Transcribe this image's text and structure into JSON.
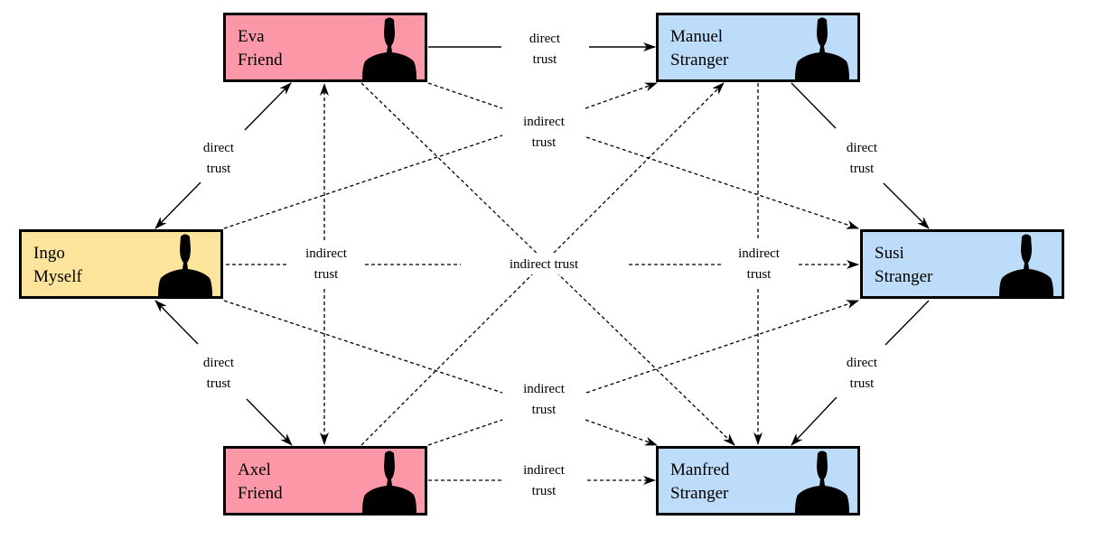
{
  "nodes": {
    "eva": {
      "name": "Eva",
      "role": "Friend",
      "color": "#fb97a6"
    },
    "manuel": {
      "name": "Manuel",
      "role": "Stranger",
      "color": "#bcdcf9"
    },
    "ingo": {
      "name": "Ingo",
      "role": "Myself",
      "color": "#fce49c"
    },
    "susi": {
      "name": "Susi",
      "role": "Stranger",
      "color": "#bcdcf9"
    },
    "axel": {
      "name": "Axel",
      "role": "Friend",
      "color": "#fb97a6"
    },
    "manfred": {
      "name": "Manfred",
      "role": "Stranger",
      "color": "#bcdcf9"
    }
  },
  "labels": {
    "direct": "direct",
    "indirect": "indirect",
    "trust": "trust",
    "indirect_trust": "indirect trust"
  },
  "edges": [
    {
      "from": "eva",
      "to": "manuel",
      "type": "direct",
      "label": "direct trust"
    },
    {
      "from": "ingo",
      "to": "eva",
      "type": "direct",
      "label": "direct trust",
      "bidirectional": true
    },
    {
      "from": "ingo",
      "to": "axel",
      "type": "direct",
      "label": "direct trust",
      "bidirectional": true
    },
    {
      "from": "manuel",
      "to": "susi",
      "type": "direct",
      "label": "direct trust"
    },
    {
      "from": "susi",
      "to": "manfred",
      "type": "direct",
      "label": "direct trust"
    },
    {
      "from": "axel",
      "to": "manfred",
      "type": "indirect",
      "label": "indirect trust"
    },
    {
      "from": "eva",
      "to": "susi",
      "type": "indirect",
      "label": "indirect trust"
    },
    {
      "from": "ingo",
      "to": "manuel",
      "type": "indirect",
      "label": "indirect trust"
    },
    {
      "from": "ingo",
      "to": "manfred",
      "type": "indirect",
      "label": "indirect trust"
    },
    {
      "from": "axel",
      "to": "susi",
      "type": "indirect",
      "label": "indirect trust"
    },
    {
      "from": "ingo",
      "to": "susi",
      "type": "indirect",
      "label": "indirect trust"
    },
    {
      "from": "eva",
      "to": "axel",
      "type": "indirect",
      "label": "indirect trust",
      "bidirectional": true
    },
    {
      "from": "eva",
      "to": "manfred",
      "type": "indirect",
      "label": "indirect trust"
    },
    {
      "from": "axel",
      "to": "manuel",
      "type": "indirect",
      "label": "indirect trust"
    },
    {
      "from": "manuel",
      "to": "manfred",
      "type": "indirect",
      "label": "indirect trust"
    }
  ]
}
